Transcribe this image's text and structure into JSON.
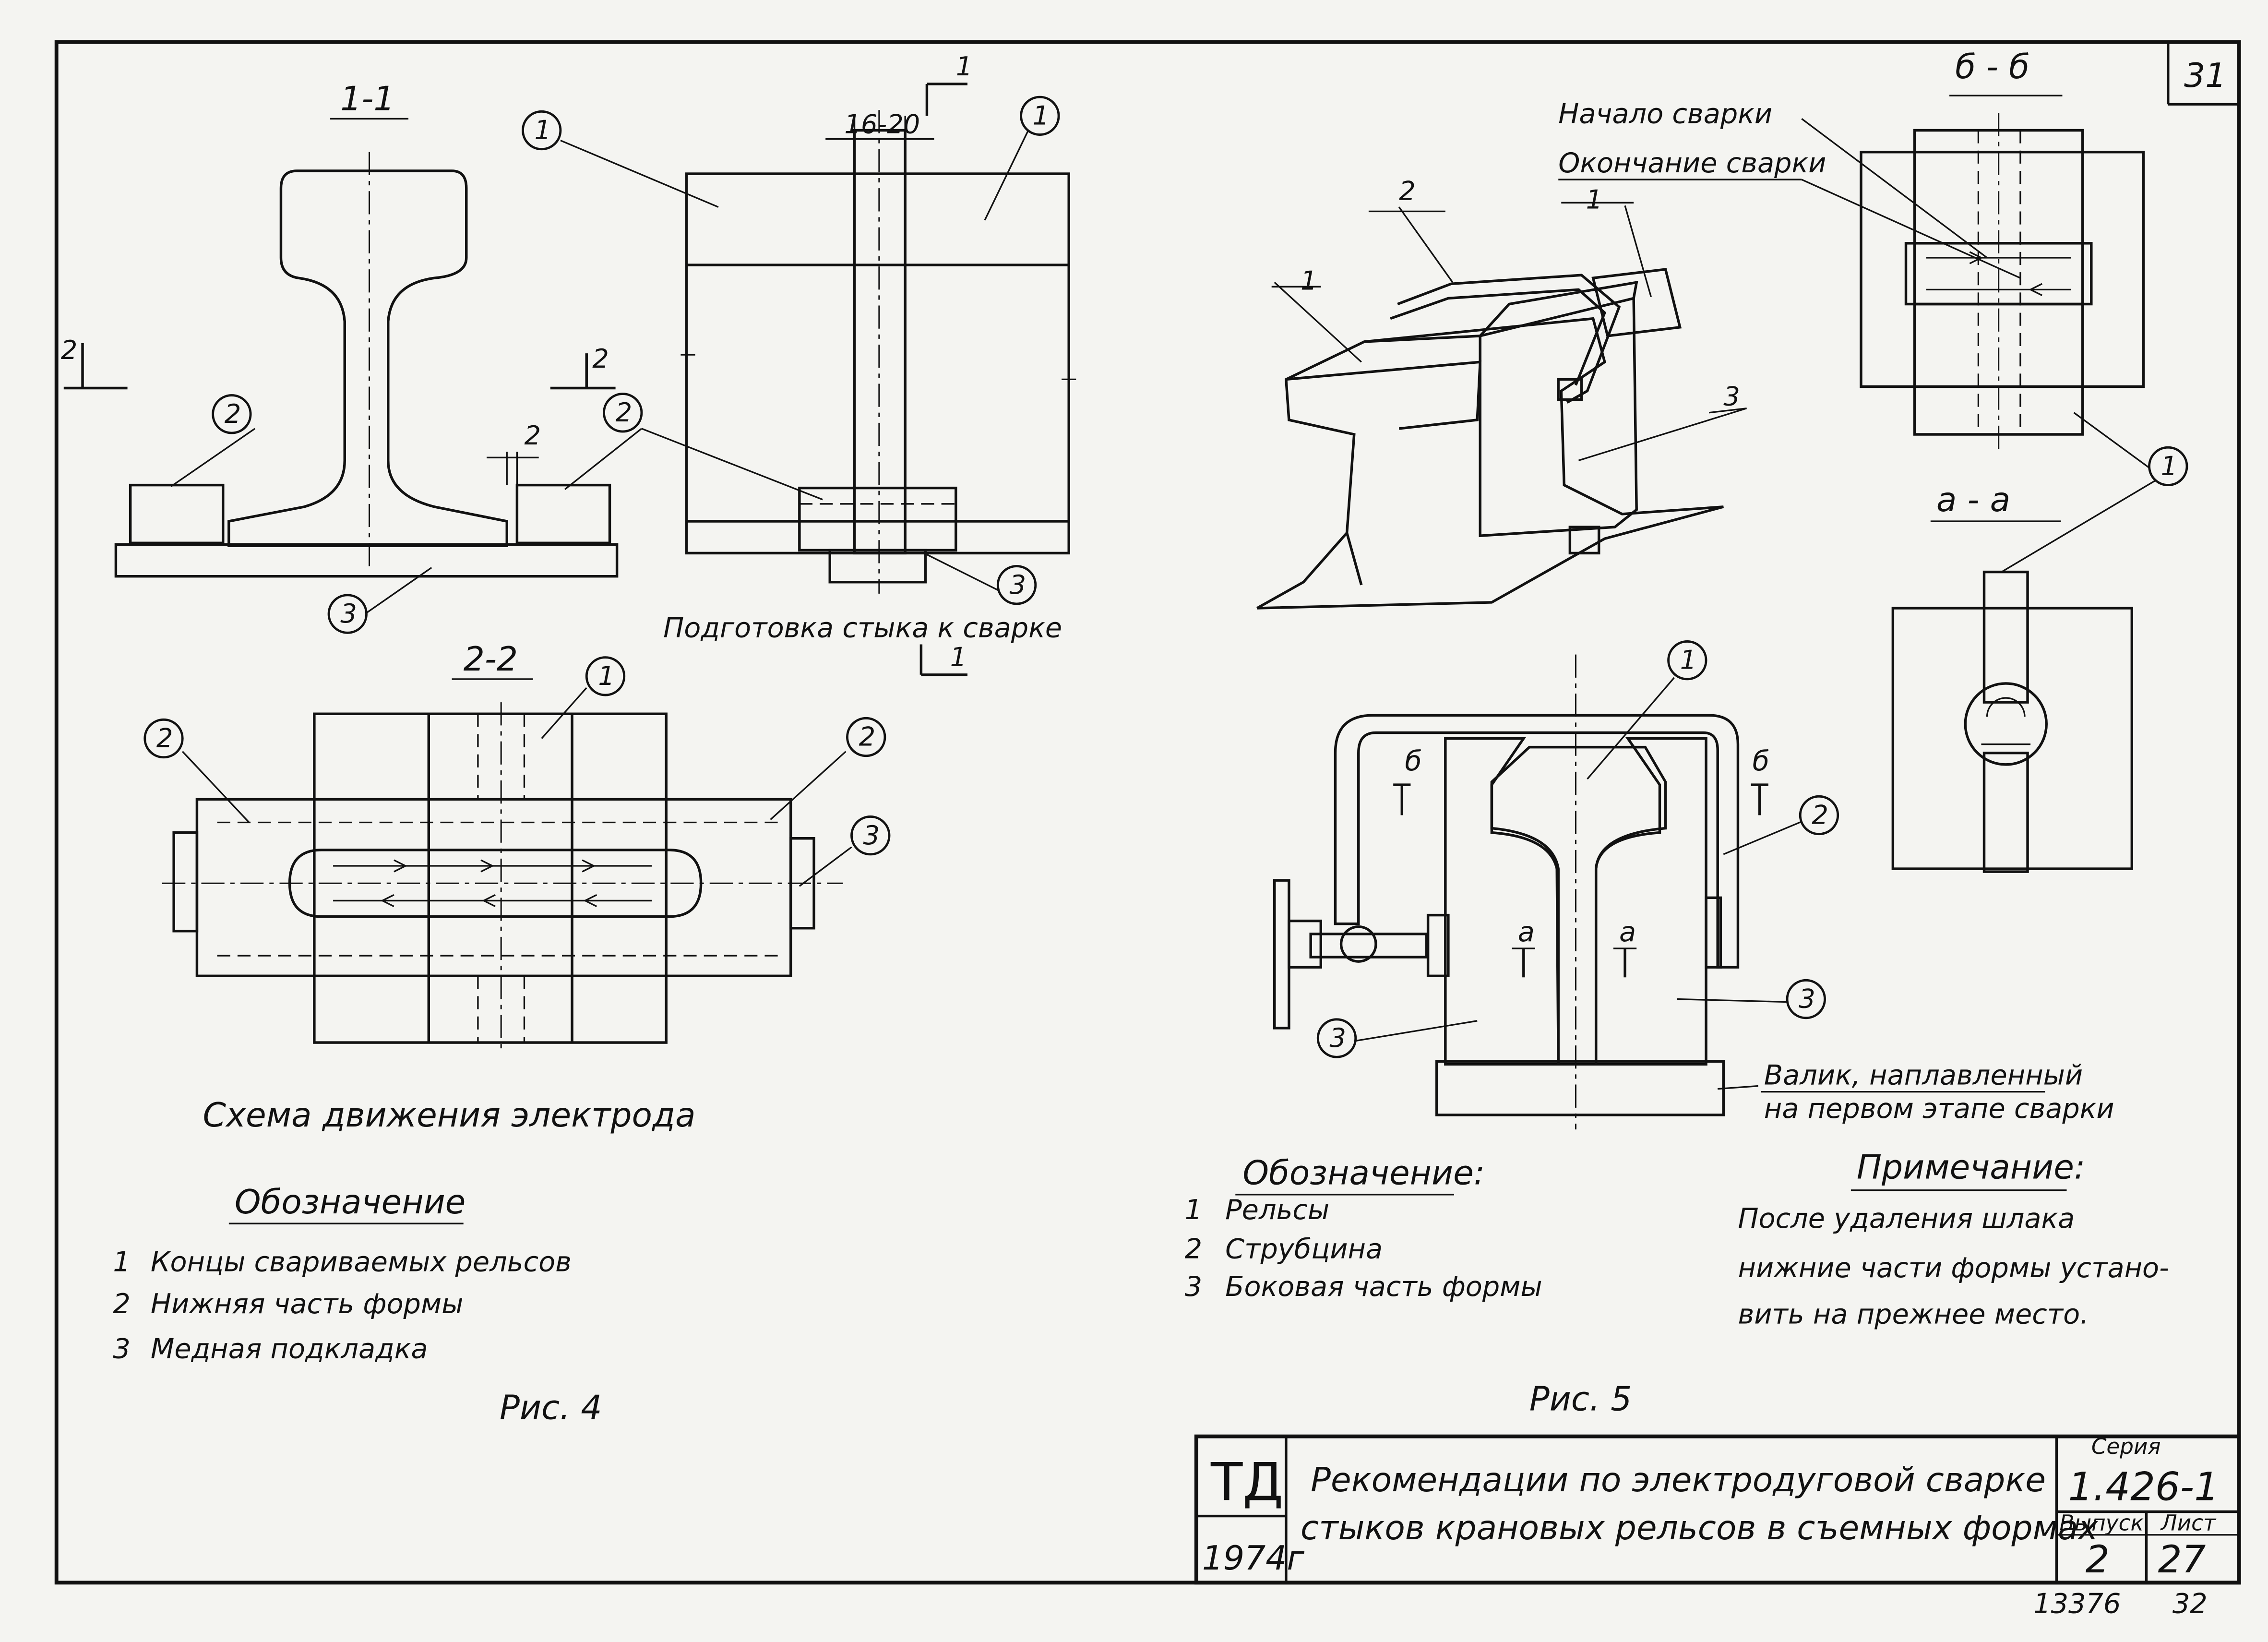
{
  "sheet_number": "31",
  "fig4": {
    "section_1_1": "1-1",
    "section_2_2": "2-2",
    "dim_gap": "16-20",
    "dim_2": "2",
    "cut_1": "1",
    "cut_2": "2",
    "caption_prep": "Подготовка стыка к сварке",
    "caption_scheme": "Схема движения электрода",
    "legend_title": "Обозначение",
    "legend": [
      {
        "num": "1",
        "text": "Концы свариваемых рельсов"
      },
      {
        "num": "2",
        "text": "Нижняя часть формы"
      },
      {
        "num": "3",
        "text": "Медная подкладка"
      }
    ],
    "fig_label": "Рис. 4"
  },
  "fig5": {
    "section_b_b": "б - б",
    "section_a_a": "а - а",
    "cut_b": "б",
    "cut_a": "а",
    "label_start": "Начало сварки",
    "label_end": "Окончание сварки",
    "label_bead_1": "Валик, наплавленный",
    "label_bead_2": "на первом этапе сварки",
    "legend_title": "Обозначение:",
    "legend": [
      {
        "num": "1",
        "text": "Рельсы"
      },
      {
        "num": "2",
        "text": "Струбцина"
      },
      {
        "num": "3",
        "text": "Боковая часть формы"
      }
    ],
    "note_title": "Примечание:",
    "note_lines": [
      "После удаления шлака",
      "нижние части формы устано-",
      "вить на прежнее место."
    ],
    "fig_label": "Рис. 5"
  },
  "callouts": [
    "1",
    "2",
    "3"
  ],
  "title_block": {
    "org": "ТД",
    "year": "1974г",
    "title_line1": "Рекомендации по электродуговой сварке",
    "title_line2": "стыков крановых рельсов в съемных формах",
    "series_label": "Серия",
    "series_value": "1.426-1",
    "issue_label": "Выпуск",
    "issue_value": "2",
    "sheet_label": "Лист",
    "sheet_value": "27"
  },
  "footer": {
    "archive_number": "13376",
    "page_number": "32"
  }
}
